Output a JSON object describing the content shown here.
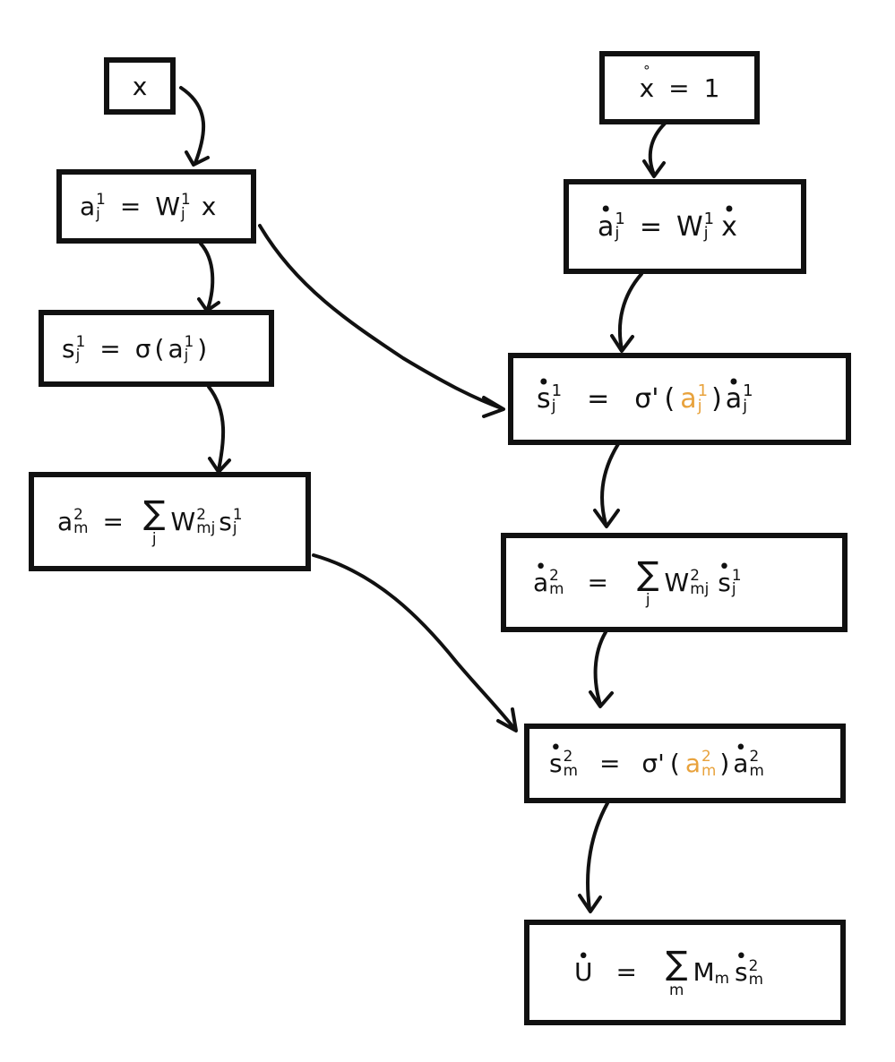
{
  "diagram": {
    "title": "",
    "colors": {
      "stroke": "#111111",
      "highlight": "#e8a23c",
      "background": "#ffffff"
    },
    "left_column": {
      "input": {
        "id": "x",
        "text": "x"
      },
      "nodes": [
        {
          "id": "a1",
          "lhs": {
            "base": "a",
            "sup": "1",
            "sub": "j"
          },
          "eq": "=",
          "rhs": "W¹ⱼ x"
        },
        {
          "id": "s1",
          "lhs": {
            "base": "s",
            "sup": "1",
            "sub": "j"
          },
          "eq": "=",
          "rhs": "σ(a¹ⱼ)"
        },
        {
          "id": "a2",
          "lhs": {
            "base": "a",
            "sup": "2",
            "sub": "m"
          },
          "eq": "=",
          "rhs": "Σⱼ W²ₘⱼ s¹ⱼ"
        }
      ]
    },
    "right_column": {
      "input": {
        "id": "xdot",
        "text": "ẋ = 1"
      },
      "nodes": [
        {
          "id": "a1dot",
          "text": "ȧ¹ⱼ = W¹ⱼ ẋ"
        },
        {
          "id": "s1dot",
          "text": "ṡ¹ⱼ = σ'(a¹ⱼ) ȧ¹ⱼ",
          "highlighted": "a¹ⱼ"
        },
        {
          "id": "a2dot",
          "text": "ȧ²ₘ = Σⱼ W²ₘⱼ ṡ¹ⱼ"
        },
        {
          "id": "s2dot",
          "text": "ṡ²ₘ = σ'(a²ₘ) ȧ²ₘ",
          "highlighted": "a²ₘ"
        },
        {
          "id": "udot",
          "text": "U̇ = Σₘ Mₘ ṡ²ₘ"
        }
      ]
    },
    "edges": [
      {
        "from": "x",
        "to": "a1"
      },
      {
        "from": "a1",
        "to": "s1"
      },
      {
        "from": "s1",
        "to": "a2"
      },
      {
        "from": "xdot",
        "to": "a1dot"
      },
      {
        "from": "a1dot",
        "to": "s1dot"
      },
      {
        "from": "s1dot",
        "to": "a2dot"
      },
      {
        "from": "a2dot",
        "to": "s2dot"
      },
      {
        "from": "s2dot",
        "to": "udot"
      },
      {
        "from": "a1",
        "to": "s1dot"
      },
      {
        "from": "a2",
        "to": "s2dot"
      }
    ],
    "glyphs": {
      "a": "a",
      "s": "s",
      "x": "x",
      "W": "W",
      "M": "M",
      "U": "U",
      "sigma": "σ",
      "prime": "'",
      "sum": "∑",
      "eq": "=",
      "lp": "(",
      "rp": ")",
      "dot": "•",
      "ring": "°",
      "one": "1",
      "two": "2",
      "j": "j",
      "m": "m"
    }
  }
}
